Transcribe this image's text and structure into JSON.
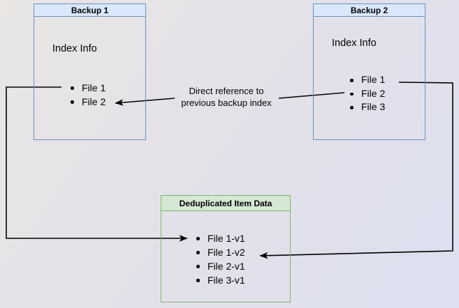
{
  "diagram": {
    "backup1": {
      "title": "Backup 1",
      "subtitle": "Index Info",
      "items": [
        "File 1",
        "File 2"
      ]
    },
    "backup2": {
      "title": "Backup 2",
      "subtitle": "Index Info",
      "items": [
        "File 1",
        "File 2",
        "File 3"
      ]
    },
    "dedup": {
      "title": "Deduplicated Item Data",
      "items": [
        "File 1-v1",
        "File 1-v2",
        "File 2-v1",
        "File 3-v1"
      ]
    },
    "annotation": {
      "line1": "Direct reference to",
      "line2": "previous backup index"
    }
  },
  "colors": {
    "backup_header_fill": "#dae8fc",
    "backup_border": "#6c8ebf",
    "dedup_header_fill": "#d5e8d4",
    "dedup_border": "#82b366",
    "connector": "#000000",
    "text": "#000000",
    "background_top_left": "#e9e6e4",
    "background_bottom_right": "#dde0f1"
  }
}
